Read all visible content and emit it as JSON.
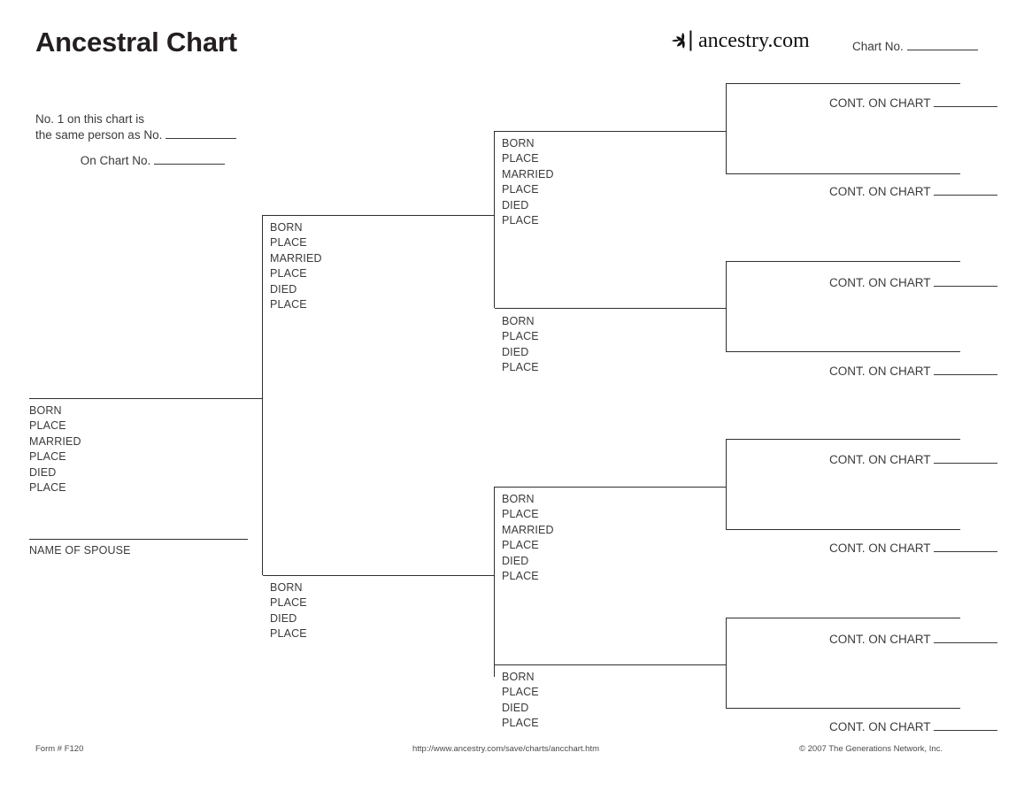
{
  "header": {
    "title": "Ancestral Chart",
    "brand_name": "ancestry.com",
    "brand_mark": "leaf-flourish-icon",
    "chart_no_label": "Chart No."
  },
  "notes": {
    "same_person_line1": "No. 1 on this chart is",
    "same_person_line2": "the same person as No.",
    "on_chart_label": "On Chart No."
  },
  "vital_labels": {
    "born": "BORN",
    "place": "PLACE",
    "married": "MARRIED",
    "died": "DIED",
    "spouse": "NAME OF SPOUSE"
  },
  "cont_label": "CONT. ON CHART",
  "persons": {
    "person1": {
      "fields": [
        "BORN",
        "PLACE",
        "MARRIED",
        "PLACE",
        "DIED",
        "PLACE"
      ],
      "spouse_label": "NAME OF SPOUSE"
    },
    "gen2_father": {
      "fields": [
        "BORN",
        "PLACE",
        "MARRIED",
        "PLACE",
        "DIED",
        "PLACE"
      ]
    },
    "gen2_mother": {
      "fields": [
        "BORN",
        "PLACE",
        "DIED",
        "PLACE"
      ]
    },
    "gen3_a": {
      "fields": [
        "BORN",
        "PLACE",
        "MARRIED",
        "PLACE",
        "DIED",
        "PLACE"
      ]
    },
    "gen3_b": {
      "fields": [
        "BORN",
        "PLACE",
        "DIED",
        "PLACE"
      ]
    },
    "gen3_c": {
      "fields": [
        "BORN",
        "PLACE",
        "MARRIED",
        "PLACE",
        "DIED",
        "PLACE"
      ]
    },
    "gen3_d": {
      "fields": [
        "BORN",
        "PLACE",
        "DIED",
        "PLACE"
      ]
    }
  },
  "gen4": [
    {
      "cont": "CONT. ON CHART"
    },
    {
      "cont": "CONT. ON CHART"
    },
    {
      "cont": "CONT. ON CHART"
    },
    {
      "cont": "CONT. ON CHART"
    },
    {
      "cont": "CONT. ON CHART"
    },
    {
      "cont": "CONT. ON CHART"
    },
    {
      "cont": "CONT. ON CHART"
    },
    {
      "cont": "CONT. ON CHART"
    }
  ],
  "footer": {
    "form": "Form # F120",
    "url": "http://www.ancestry.com/save/charts/ancchart.htm",
    "copyright": "© 2007 The Generations Network, Inc."
  },
  "colors": {
    "ink": "#3a3a3a",
    "line": "#2f2f2f",
    "title": "#231f20"
  }
}
